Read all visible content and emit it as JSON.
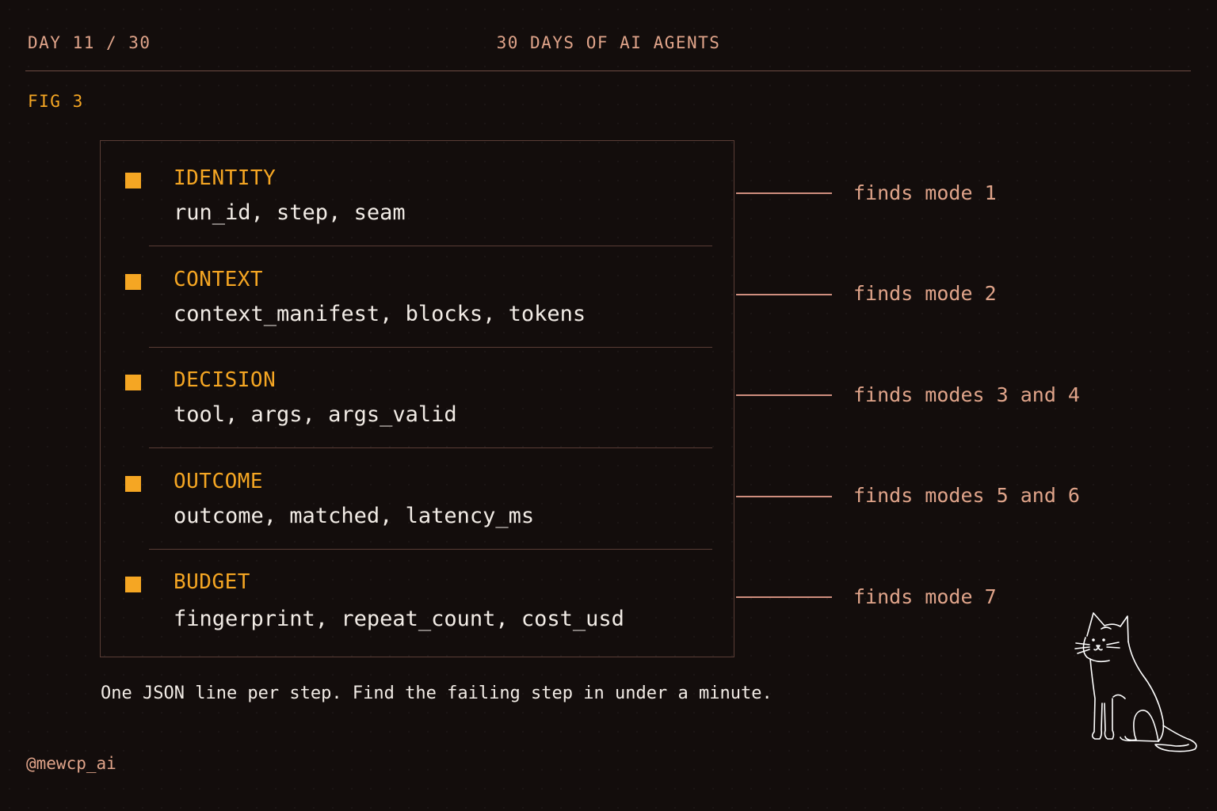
{
  "header": {
    "day_counter": "DAY 11 / 30",
    "series_title": "30 DAYS OF AI AGENTS"
  },
  "figure_label": "FIG 3",
  "sections": [
    {
      "title": "IDENTITY",
      "fields": "run_id, step, seam",
      "finds": "finds mode 1"
    },
    {
      "title": "CONTEXT",
      "fields": "context_manifest, blocks, tokens",
      "finds": "finds mode 2"
    },
    {
      "title": "DECISION",
      "fields": "tool, args, args_valid",
      "finds": "finds modes 3 and 4"
    },
    {
      "title": "OUTCOME",
      "fields": "outcome, matched, latency_ms",
      "finds": "finds modes 5 and 6"
    },
    {
      "title": "BUDGET",
      "fields": "fingerprint, repeat_count, cost_usd",
      "finds": "finds mode 7"
    }
  ],
  "caption": "One JSON line per step. Find the failing step in under a minute.",
  "handle": "@mewcp_ai",
  "colors": {
    "background": "#130d0c",
    "accent": "#f5a623",
    "muted": "#e0a48a",
    "text": "#f2ece6",
    "border": "#5a3d36"
  },
  "icons": {
    "mascot": "cat-icon",
    "bullet": "square-bullet-icon"
  }
}
